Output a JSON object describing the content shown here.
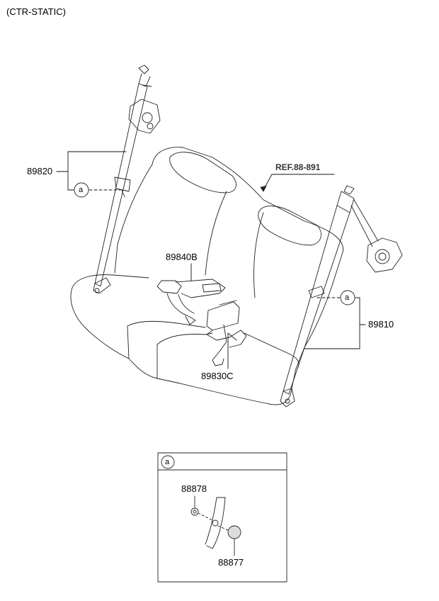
{
  "header": {
    "variant_label": "(CTR-STATIC)"
  },
  "reference": {
    "label": "REF.88-891"
  },
  "parts": {
    "left_belt": "89820",
    "right_belt": "89810",
    "center_buckle_belt": "89840B",
    "center_buckle": "89830C"
  },
  "callout": {
    "marker": "a"
  },
  "detail": {
    "marker": "a",
    "part_top": "88878",
    "part_bottom": "88877"
  }
}
